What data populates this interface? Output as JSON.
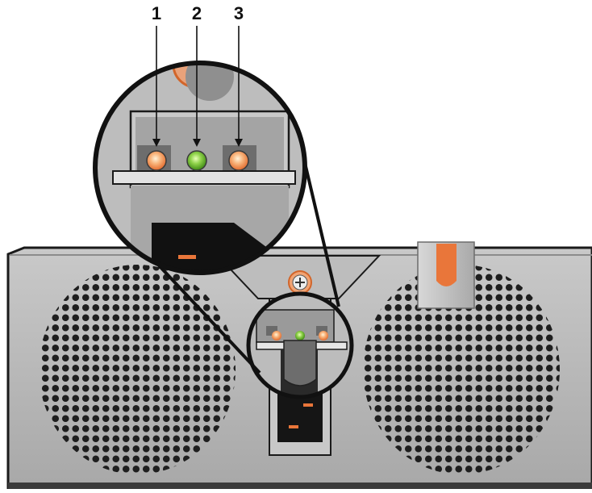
{
  "callouts": [
    {
      "label": "1",
      "led_color": "#f5a05a"
    },
    {
      "label": "2",
      "led_color": "#6fbf2a"
    },
    {
      "label": "3",
      "led_color": "#f5a05a"
    }
  ],
  "colors": {
    "chassis": "#b3b3b3",
    "chassis_dark": "#8c8c8c",
    "outline": "#1a1a1a",
    "fan_hole": "#1e1e1e",
    "accent_orange": "#e9763a",
    "led_amber": "#f5a05a",
    "led_green": "#6fbf2a"
  },
  "icons": {
    "handle": "release-latch-icon",
    "screw": "thumbscrew-icon",
    "connector": "power-inlet-icon"
  }
}
